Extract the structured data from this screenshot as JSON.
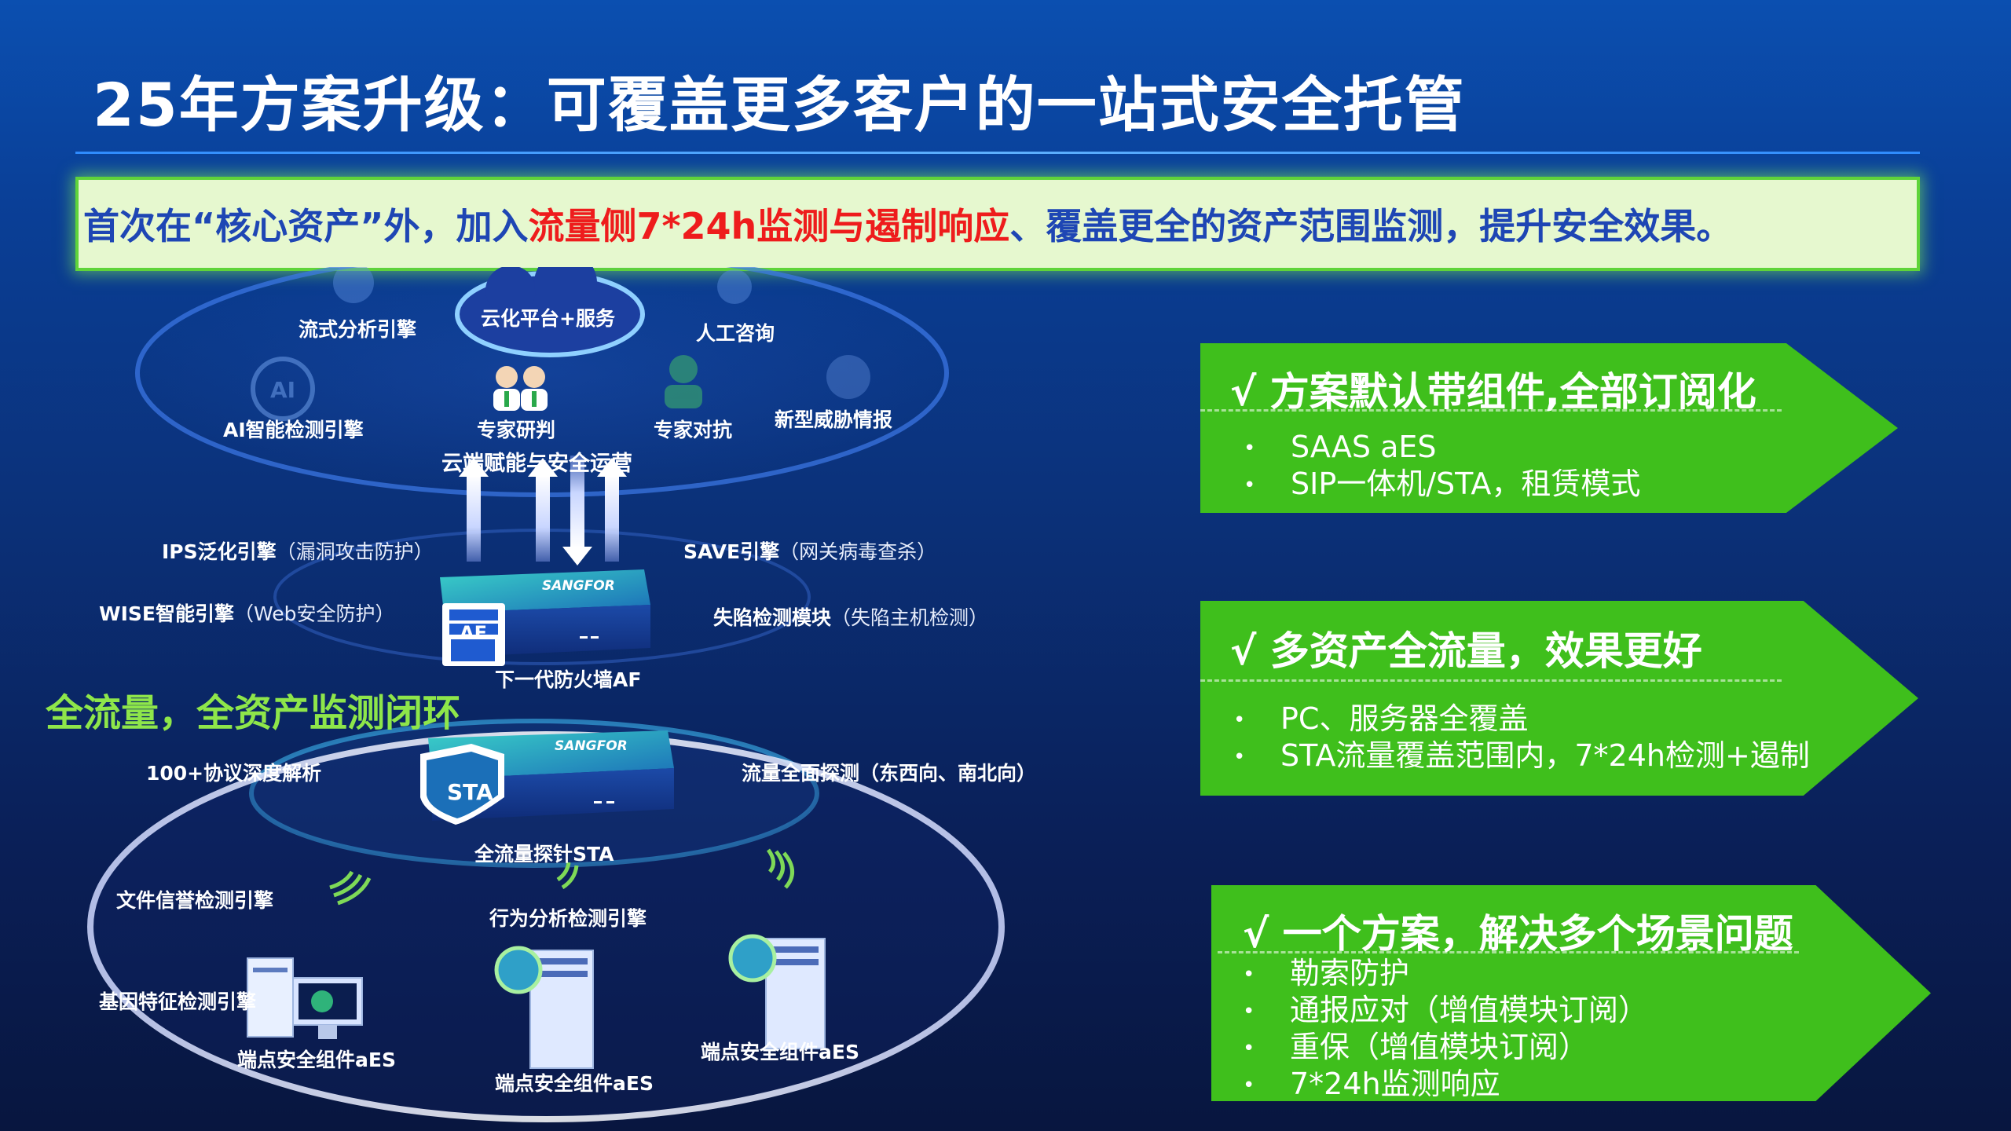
{
  "title": "25年方案升级：可覆盖更多客户的一站式安全托管",
  "banner": {
    "part1": "首次在“核心资产”外，加入",
    "highlight": "流量侧7*24h监测与遏制响应",
    "part2": "、覆盖更全的资产范围监测，提升安全效果。"
  },
  "cloud": {
    "platform": "云化平台+服务",
    "stream_engine": "流式分析引擎",
    "manual_consult": "人工咨询",
    "ai_engine": "AI智能检测引擎",
    "expert_judge": "专家研判",
    "expert_counter": "专家对抗",
    "threat_intel": "新型威胁情报",
    "caption": "云端赋能与安全运营"
  },
  "af": {
    "ips": "IPS泛化引擎",
    "ips_sub": "（漏洞攻击防护）",
    "save": "SAVE引擎",
    "save_sub": "（网关病毒查杀）",
    "wise": "WISE智能引擎",
    "wise_sub": "（Web安全防护）",
    "fallen": "失陷检测模块",
    "fallen_sub": "（失陷主机检测）",
    "caption": "下一代防火墙AF",
    "badge": "AF",
    "brand": "SANGFOR"
  },
  "loop_label": "全流量，全资产监测闭环",
  "sta": {
    "protocol": "100+协议深度解析",
    "traffic": "流量全面探测（东西向、南北向）",
    "caption": "全流量探针STA",
    "badge": "STA",
    "brand": "SANGFOR"
  },
  "endpoints": {
    "file_rep": "文件信誉检测引擎",
    "behavior": "行为分析检测引擎",
    "gene": "基因特征检测引擎",
    "aes1": "端点安全组件aES",
    "aes2": "端点安全组件aES",
    "aes3": "端点安全组件aES"
  },
  "panels": [
    {
      "title": "√  方案默认带组件,全部订阅化",
      "items": [
        "SAAS aES",
        "SIP一体机/STA，租赁模式"
      ]
    },
    {
      "title": "√  多资产全流量，效果更好",
      "items": [
        "PC、服务器全覆盖",
        "STA流量覆盖范围内，7*24h检测+遏制"
      ]
    },
    {
      "title": "√  一个方案，解决多个场景问题",
      "items": [
        "勒索防护",
        "通报应对（增值模块订阅）",
        "重保（增值模块订阅）",
        "7*24h监测响应"
      ]
    }
  ],
  "bullet": "•",
  "colors": {
    "banner_blue": "#1e46b4",
    "banner_red": "#ee1c1c",
    "panel_green": "#3fbf1c",
    "loop_green": "#8ee64a"
  }
}
